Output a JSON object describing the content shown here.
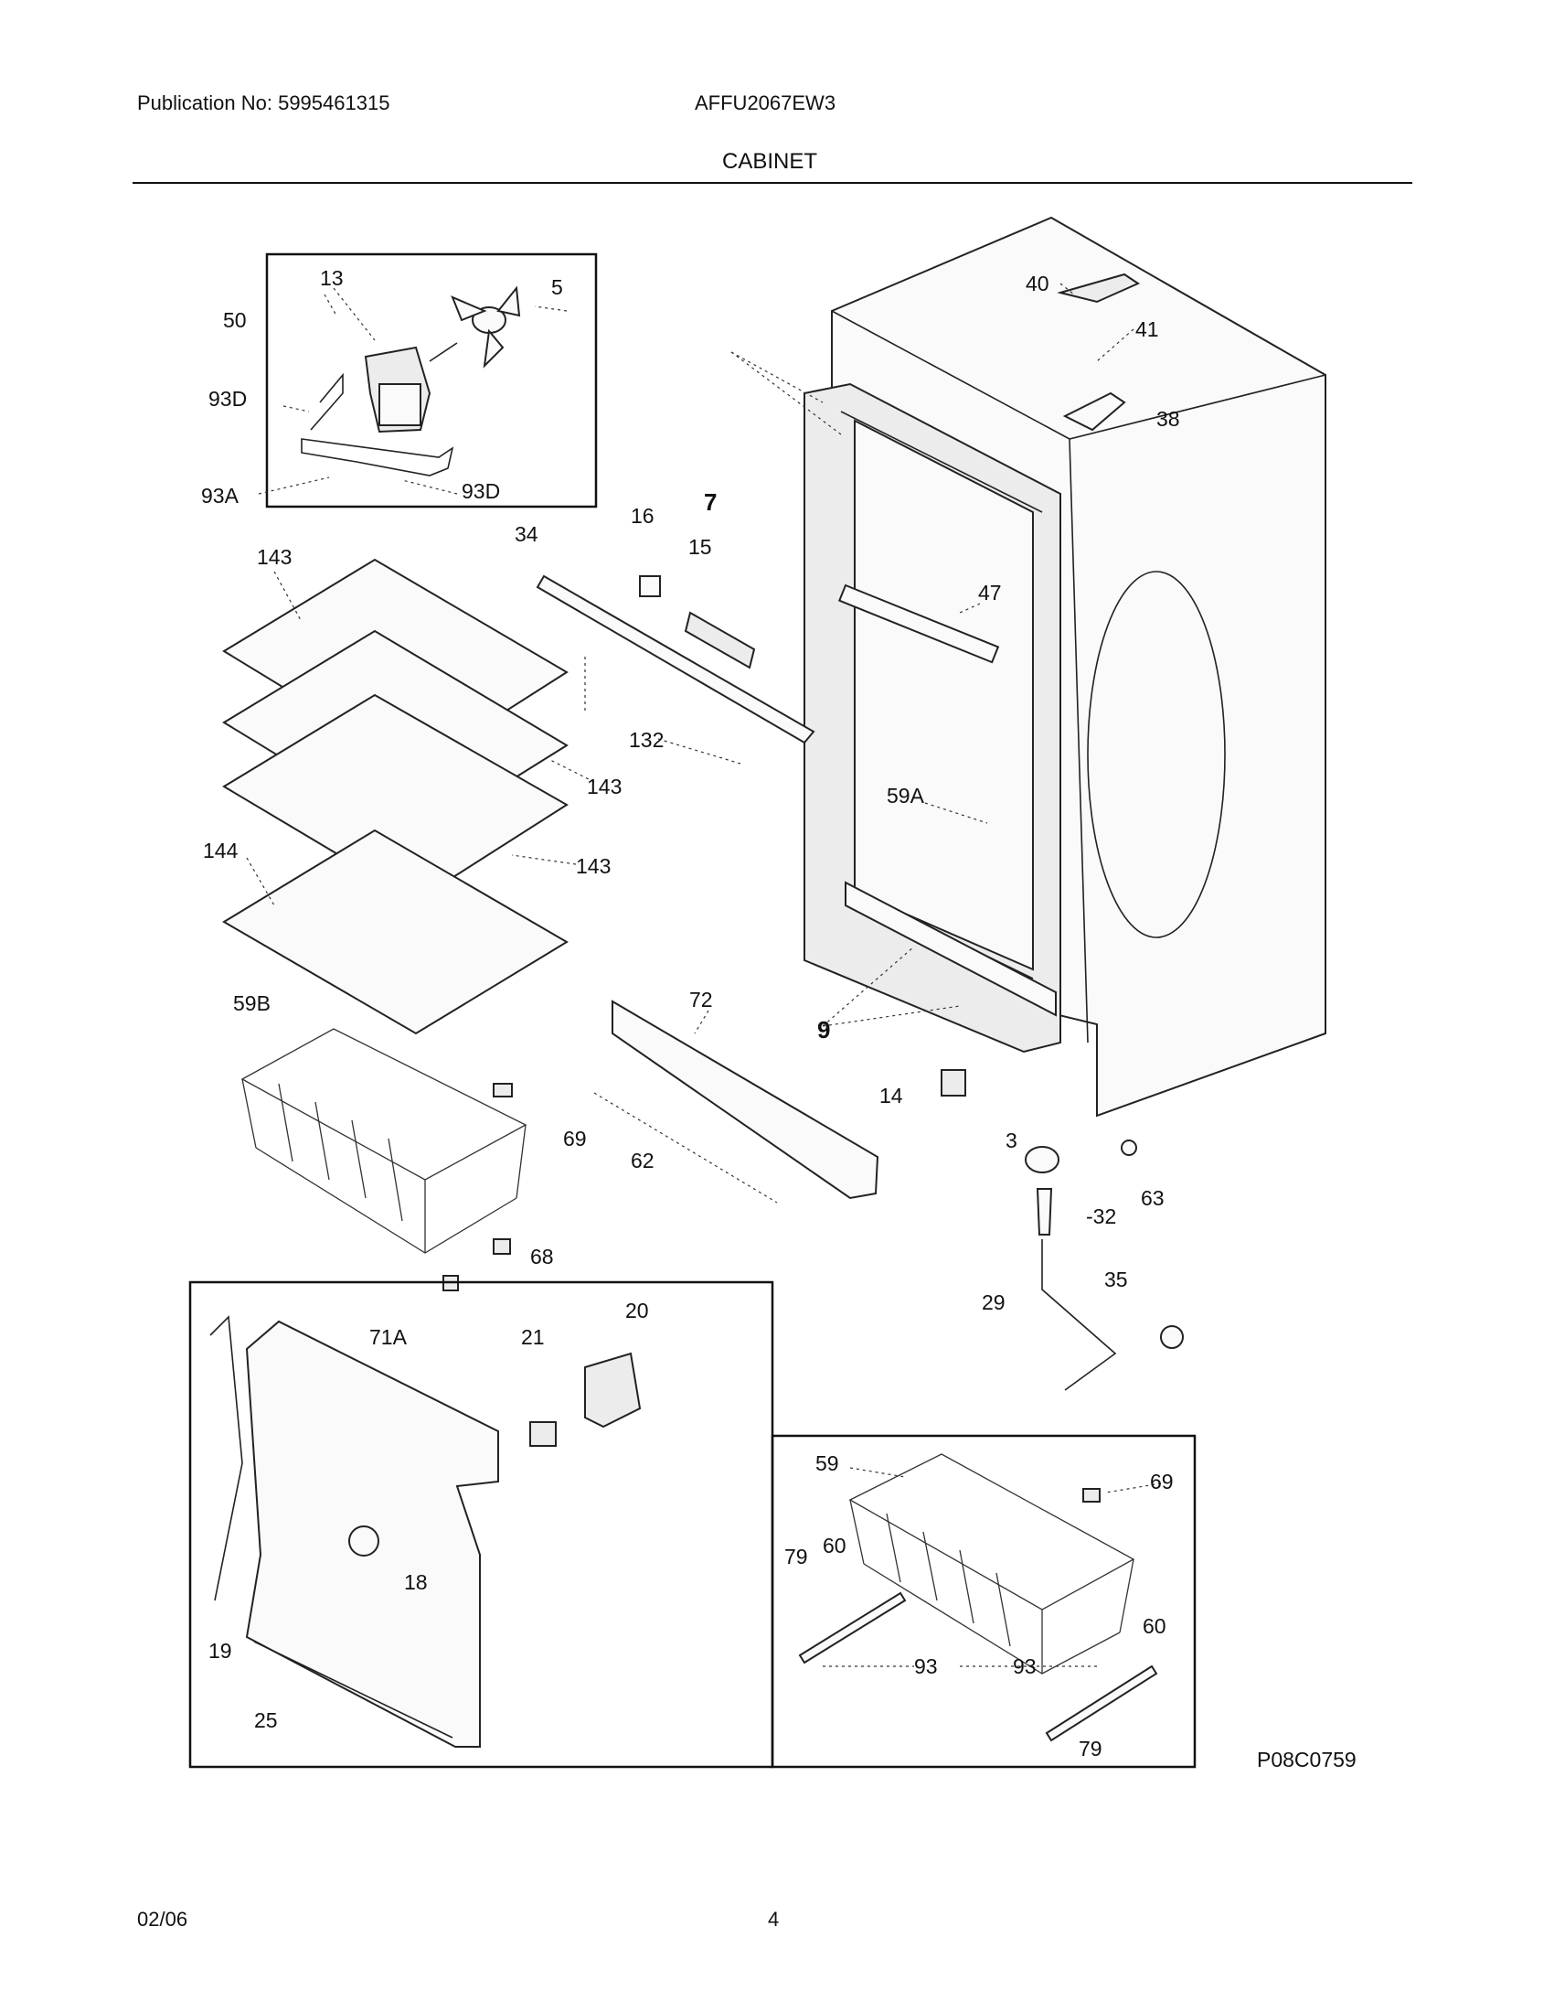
{
  "header": {
    "publication": "Publication No: 5995461315",
    "model": "AFFU2067EW3",
    "title": "CABINET"
  },
  "footer": {
    "date": "02/06",
    "page": "4"
  },
  "diagram_code": "P08C0759",
  "callouts": {
    "c13": "13",
    "c5": "5",
    "c50": "50",
    "c93D_a": "93D",
    "c93A": "93A",
    "c93D_b": "93D",
    "c143_a": "143",
    "c34": "34",
    "c16": "16",
    "c15": "15",
    "c7": "7",
    "c40": "40",
    "c41": "41",
    "c38": "38",
    "c47": "47",
    "c132": "132",
    "c143_b": "143",
    "c59A": "59A",
    "c144": "144",
    "c143_c": "143",
    "c9": "9",
    "c59B": "59B",
    "c72": "72",
    "c69_a": "69",
    "c62": "62",
    "c14": "14",
    "c3": "3",
    "c63": "63",
    "c32": "-32",
    "c68": "68",
    "c35": "35",
    "c29": "29",
    "c20": "20",
    "c71A": "71A",
    "c21": "21",
    "c18": "18",
    "c19": "19",
    "c25": "25",
    "c59": "59",
    "c69_b": "69",
    "c79_a": "79",
    "c60_a": "60",
    "c93_a": "93",
    "c93_b": "93",
    "c60_b": "60",
    "c79_b": "79"
  }
}
